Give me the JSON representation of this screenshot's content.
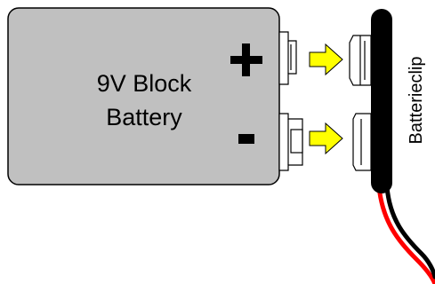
{
  "battery": {
    "label_line1": "9V Block",
    "label_line2": "Battery",
    "plus_symbol": "+",
    "minus_symbol": "-"
  },
  "clip": {
    "label": "Batterieclip"
  },
  "colors": {
    "battery_fill": "#c0c0c0",
    "arrow_fill": "#ffff00",
    "clip_body": "#000000",
    "wire_red": "#ff0000",
    "wire_black": "#000000"
  },
  "icons": {
    "arrow": "right-arrow-icon",
    "terminal": "snap-terminal-icon"
  }
}
